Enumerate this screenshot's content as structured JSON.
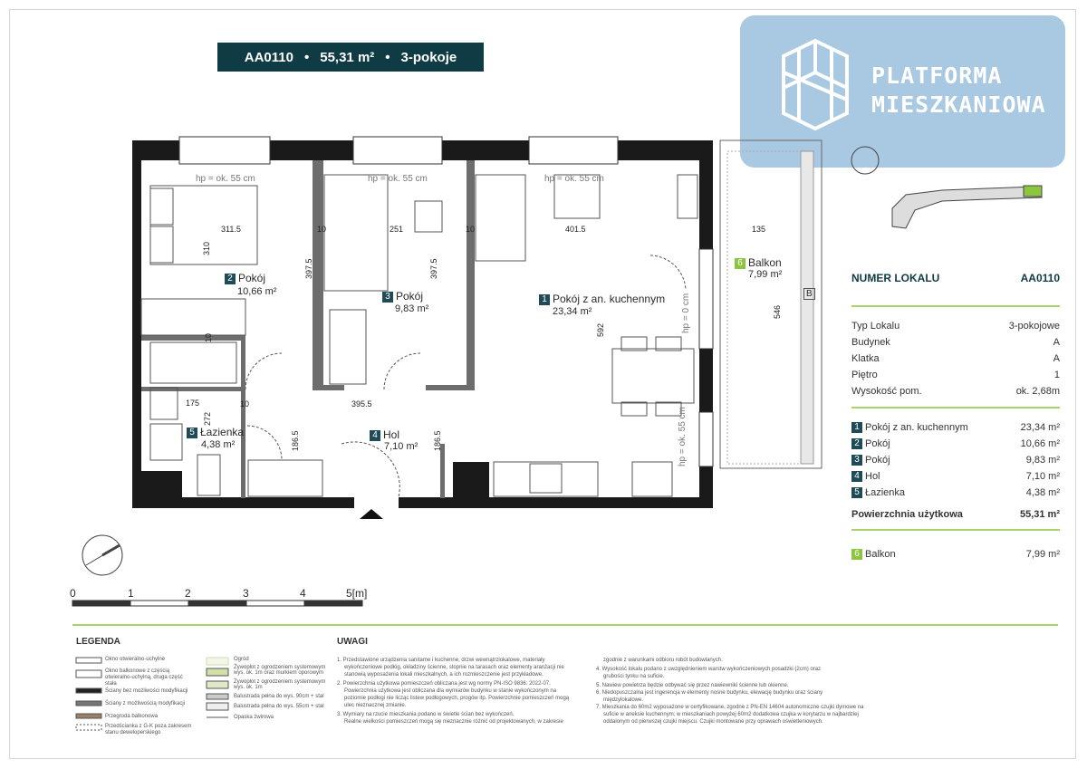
{
  "header": {
    "code": "AA0110",
    "area": "55,31 m²",
    "rooms": "3-pokoje",
    "separator": "•"
  },
  "logo": {
    "line1": "PLATFORMA",
    "line2": "MIESZKANIOWA"
  },
  "plan": {
    "rooms": [
      {
        "num": "1",
        "name": "Pokój z an. kuchennym",
        "area": "23,34 m²"
      },
      {
        "num": "2",
        "name": "Pokój",
        "area": "10,66 m²"
      },
      {
        "num": "3",
        "name": "Pokój",
        "area": "9,83 m²"
      },
      {
        "num": "4",
        "name": "Hol",
        "area": "7,10 m²"
      },
      {
        "num": "5",
        "name": "Łazienka",
        "area": "4,38 m²"
      },
      {
        "num": "6",
        "name": "Balkon",
        "area": "7,99 m²"
      }
    ],
    "hp_labels": [
      "hp = ok. 55 cm",
      "hp = ok. 55 cm",
      "hp = ok. 55 cm",
      "hp = 0 cm",
      "hp = ok. 55 cm"
    ],
    "dims": [
      "311.5",
      "251",
      "401.5",
      "135",
      "310",
      "397.5",
      "397.5",
      "592",
      "546",
      "175",
      "395.5",
      "272",
      "186.5",
      "186.5",
      "10",
      "10",
      "10",
      "10"
    ],
    "balcony_tag": "B"
  },
  "info": {
    "title_label": "NUMER LOKALU",
    "title_value": "AA0110",
    "details": [
      {
        "label": "Typ Lokalu",
        "value": "3-pokojowe"
      },
      {
        "label": "Budynek",
        "value": "A"
      },
      {
        "label": "Klatka",
        "value": "A"
      },
      {
        "label": "Piętro",
        "value": "1"
      },
      {
        "label": "Wysokość pom.",
        "value": "ok. 2,68m"
      }
    ],
    "rooms": [
      {
        "num": "1",
        "label": "Pokój z an. kuchennym",
        "value": "23,34 m²"
      },
      {
        "num": "2",
        "label": "Pokój",
        "value": "10,66 m²"
      },
      {
        "num": "3",
        "label": "Pokój",
        "value": "9,83 m²"
      },
      {
        "num": "4",
        "label": "Hol",
        "value": "7,10 m²"
      },
      {
        "num": "5",
        "label": "Łazienka",
        "value": "4,38 m²"
      }
    ],
    "total_label": "Powierzchnia użytkowa",
    "total_value": "55,31 m²",
    "balcony": {
      "num": "6",
      "label": "Balkon",
      "value": "7,99 m²"
    }
  },
  "scale": {
    "labels": [
      "0",
      "1",
      "2",
      "3",
      "4",
      "5[m]"
    ]
  },
  "legend": {
    "title": "LEGENDA",
    "items": [
      "Okno otwieralno-uchylne",
      "Okno balkonowe z częścią otwieralno-uchylną, druga część stała",
      "Ściany bez możliwości modyfikacji",
      "Ściany z możliwością modyfikacji",
      "Przegroda balkonowa",
      "Przedścianka z G-K poza zakresem stanu deweloperskiego",
      "Ogród",
      "Żywopłot z ogrodzeniem systemowym wys. ok. 1m oraz murkiem oporowym",
      "Żywopłot z ogrodzeniem systemowym wys. ok. 1m",
      "Balustrada pełna do wys. 90cm + stal",
      "Balustrada pełna do wys. 55cm + stal",
      "Opaska żwirowa"
    ]
  },
  "uwagi": {
    "title": "UWAGI",
    "notes_left": [
      "1. Przedstawione urządzenia sanitarne i kuchenne, drzwi wewnątrzlokalowe, materiały",
      "wykończeniowe podłóg, okładziny ścienne, stopnie na tarasach oraz elementy aranżacji nie",
      "stanowią wyposażenia lokali mieszkalnych, a ich rozmieszczenie jest przykładowe.",
      "2. Powierzchnia użytkowa pomieszczeń obliczana jest wg normy PN-ISO 9836: 2022-07.",
      "Powierzchnia użytkowa jest obliczana dla wymiarów budynku w stanie wykończonym na",
      "poziomie podłogi nie licząc listew podłogowych, progów itp. Powierzchnie pomieszczeń mogą",
      "ulec nieznacznej zmianie.",
      "3. Wymiary na rzucie mieszkania podano w świetle ścian bez wykończeń.",
      "Realne wielkości pomieszczeń mogą się nieznacznie różnić od projektowanych, w zakresie"
    ],
    "notes_right": [
      "zgodnie z warunkami odbioru robót budowlanych.",
      "4. Wysokość lokalu podano z uwzględnieniem warstw wykończeniowych posadzki (2cm) oraz",
      "grubości tynku na suficie.",
      "5. Nawiew powietrza będzie odbywać się przez nawiewniki ścienne lub okienne.",
      "6. Niedopuszczalna jest ingerencja w elementy nośne budynku, elewację budynku oraz ściany",
      "międzylokalowe.",
      "7. Mieszkania do 60m2 wyposażone w certyfikowane, zgodne z PN-EN 14604 autonomiczne czujki dymowe na",
      "suficie w aneksie kuchennym; w mieszkaniach powyżej 60m2 dodatkowa czujka w korytarzu w najbardziej",
      "oddalonym od pierwszej czujki miejscu. Czujki montowane przy oprawach oświetleniowych."
    ]
  },
  "colors": {
    "accent_green": "#8cc63f",
    "navy": "#0f3b45",
    "logo_bg": "#a9c9e3",
    "wall": "#1a1a1a"
  }
}
